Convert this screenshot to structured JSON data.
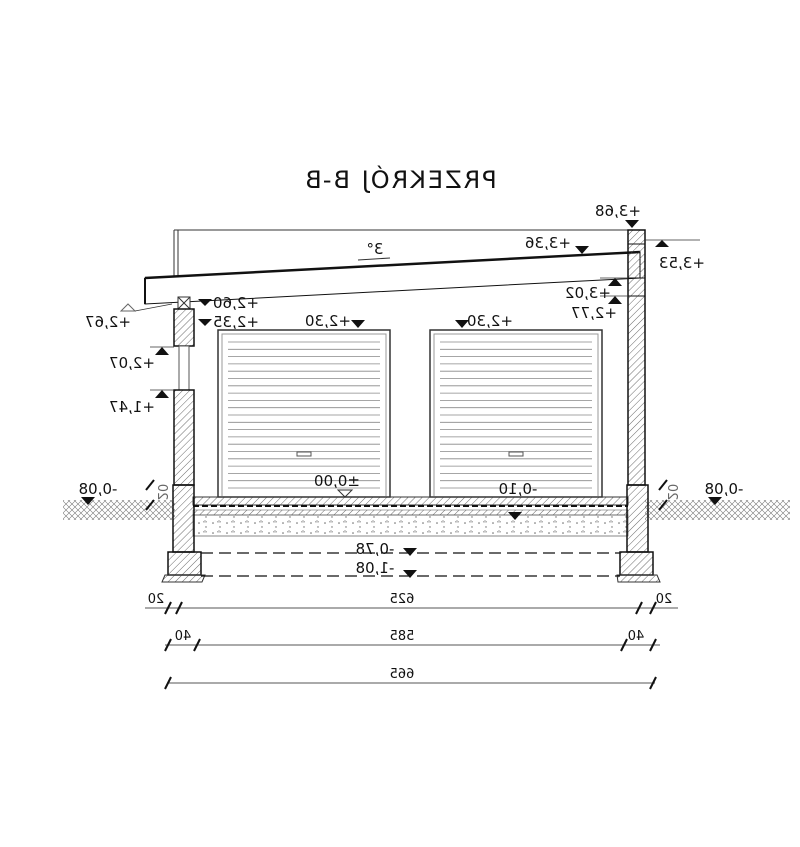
{
  "title": "PRZEKRÓJ B-B",
  "roof_slope": "3°",
  "levels": {
    "top_parapet": "+3,68",
    "roof_top": "+3,36",
    "parapet_right": "+3,53",
    "beam_bottom": "+3,02",
    "lintel_right": "+2,77",
    "lintel_left_top": "+2,60",
    "lintel_left_bottom": "+2,35",
    "eave": "+2,67",
    "door_left_top": "+2,30",
    "door_right_top": "+2,30",
    "window_top": "+2,07",
    "window_bottom": "+1,47",
    "ground_left": "-0,08",
    "ground_right": "-0,08",
    "floor": "±0,00",
    "floor_slab": "-0,10",
    "foundation_top": "-0,78",
    "foundation_bottom": "-1,08",
    "plinth_left": "20",
    "plinth_right": "20"
  },
  "dimensions": {
    "row1": [
      "20",
      "625",
      "20"
    ],
    "row2": [
      "40",
      "585",
      "40"
    ],
    "row3": [
      "665"
    ]
  }
}
